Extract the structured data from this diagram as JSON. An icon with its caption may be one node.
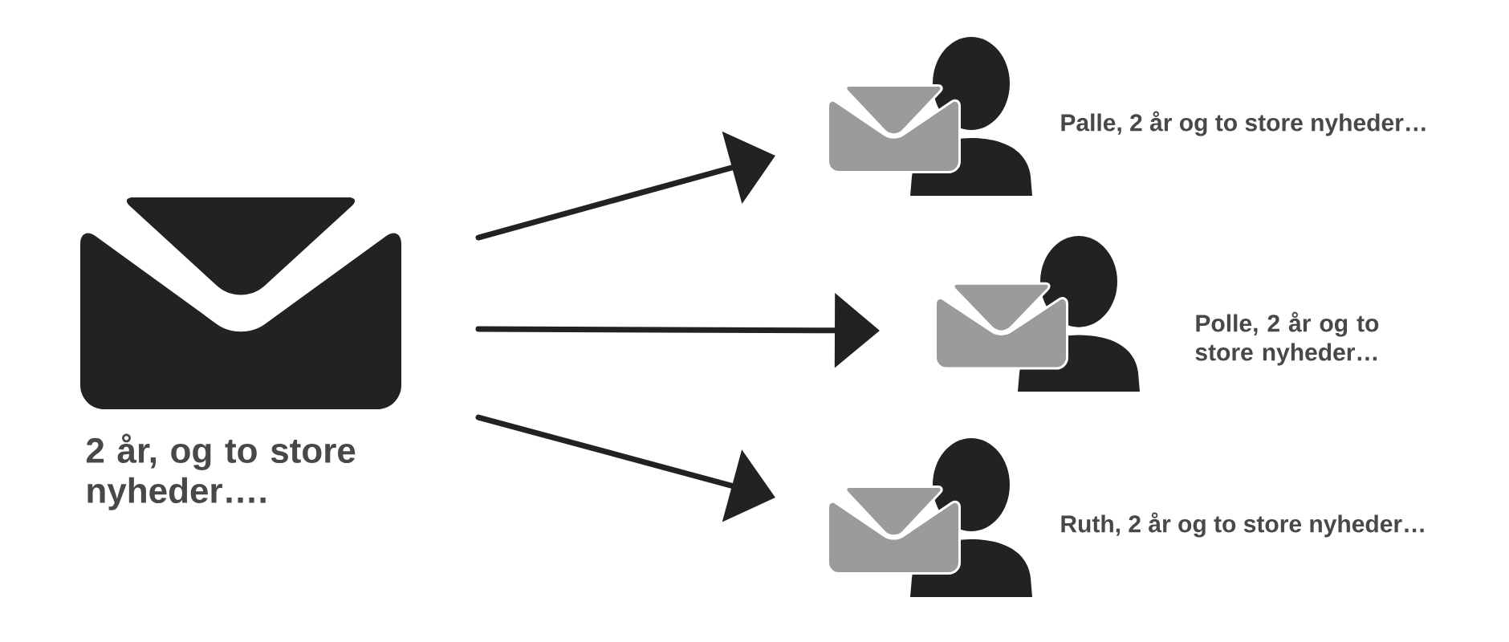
{
  "diagram": {
    "nodes": [
      {
        "text": [],
        "shape": "picture",
        "beside": [
          "2 år, og to store nyheder…."
        ]
      },
      {
        "text": [],
        "shape": "person",
        "beside": [
          "Palle, 2 år og to store nyheder…"
        ]
      },
      {
        "text": [],
        "shape": "person",
        "beside": [
          "Polle, 2 år og to store nyheder…"
        ]
      },
      {
        "text": [],
        "shape": "person",
        "beside": [
          "Ruth, 2 år og to store nyheder…"
        ]
      }
    ],
    "edges": [
      {
        "from": 0,
        "to": 1,
        "arrow": "to"
      },
      {
        "from": 0,
        "to": 2,
        "arrow": "to"
      },
      {
        "from": 0,
        "to": 3,
        "arrow": "to"
      }
    ]
  }
}
